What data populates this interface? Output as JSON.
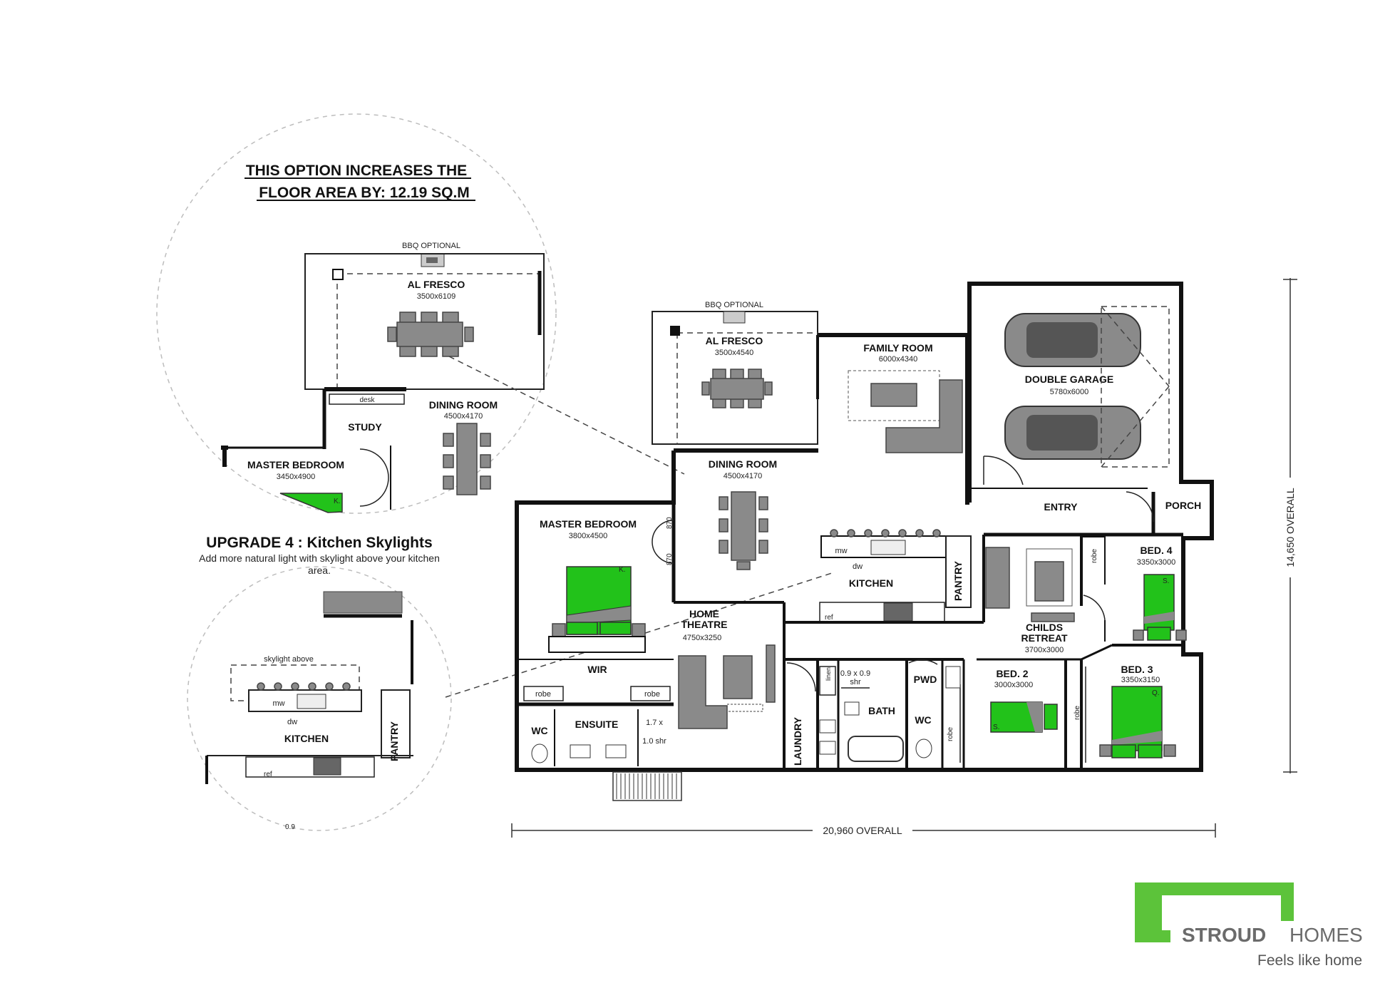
{
  "option_note": {
    "line1": "THIS OPTION INCREASES THE",
    "line2": "FLOOR AREA BY: 12.19 SQ.M"
  },
  "inset_top": {
    "bbq": "BBQ OPTIONAL",
    "al_fresco": {
      "name": "AL FRESCO",
      "size": "3500x6109"
    },
    "desk": "desk",
    "study": "STUDY",
    "dining": {
      "name": "DINING ROOM",
      "size": "4500x4170"
    },
    "master": {
      "name": "MASTER BEDROOM",
      "size": "3450x4900"
    },
    "bed_letter": "K."
  },
  "upgrade": {
    "title": "UPGRADE 4 : Kitchen Skylights",
    "desc1": "Add more natural light with skylight above your kitchen",
    "desc2": "area."
  },
  "inset_bottom": {
    "skylight": "skylight above",
    "mw": "mw",
    "dw": "dw",
    "kitchen": "KITCHEN",
    "pantry": "PANTRY",
    "ref": "ref",
    "partial": "0.9"
  },
  "main": {
    "bbq": "BBQ OPTIONAL",
    "al_fresco": {
      "name": "AL FRESCO",
      "size": "3500x4540"
    },
    "family": {
      "name": "FAMILY ROOM",
      "size": "6000x4340"
    },
    "garage": {
      "name": "DOUBLE GARAGE",
      "size": "5780x6000"
    },
    "dining": {
      "name": "DINING ROOM",
      "size": "4500x4170"
    },
    "entry": "ENTRY",
    "porch": "PORCH",
    "master": {
      "name": "MASTER BEDROOM",
      "size": "3800x4500"
    },
    "door1": "870",
    "door2": "870",
    "mw": "mw",
    "dw": "dw",
    "kitchen": "KITCHEN",
    "pantry": "PANTRY",
    "ref": "ref",
    "bed4": {
      "name": "BED. 4",
      "size": "3350x3000",
      "robe": "robe",
      "letter": "S."
    },
    "childs": {
      "name1": "CHILDS",
      "name2": "RETREAT",
      "size": "3700x3000"
    },
    "theatre": {
      "name1": "HOME",
      "name2": "THEATRE",
      "size": "4750x3250"
    },
    "wir": "WIR",
    "robe1": "robe",
    "robe2": "robe",
    "wc1": "WC",
    "ensuite": "ENSUITE",
    "shr1": "1.7 x",
    "shr2": "1.0 shr",
    "bed_k": "K.",
    "linen": "linen",
    "shr09": "0.9 x 0.9",
    "shr09b": "shr",
    "pwd": "PWD",
    "bath": "BATH",
    "tub": "tub",
    "wm": "wm",
    "laundry": "LAUNDRY",
    "wc2": "WC",
    "robe3": "robe",
    "bed2": {
      "name": "BED. 2",
      "size": "3000x3000",
      "letter": "S."
    },
    "robe4": "robe",
    "bed3": {
      "name": "BED. 3",
      "size": "3350x3150",
      "letter": "Q."
    },
    "overall_h": "20,960 OVERALL",
    "overall_v": "14,650 OVERALL"
  },
  "brand": {
    "name_bold": "STROUD",
    "name_light": "HOMES",
    "tagline": "Feels like home",
    "green": "#5cc33a",
    "grey": "#6b6b6b"
  }
}
